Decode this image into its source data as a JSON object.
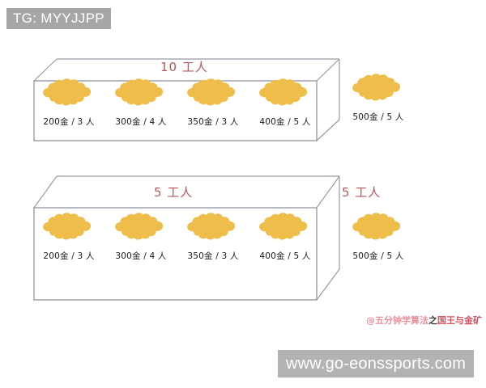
{
  "tag": {
    "text": "TG: MYYJJPP"
  },
  "site": {
    "text": "www.go-eonssports.com"
  },
  "credit": {
    "at": "@",
    "part1": "五分钟学算法",
    "part2": "之",
    "part3": "国王与金矿"
  },
  "colors": {
    "gold": "#efbe4a",
    "gold_edge": "#e9b63c",
    "box_line": "#9a9aa6",
    "label_red": "#b5585c",
    "badge_gray": "#a6a6a6",
    "site_gray": "#b3b3b3"
  },
  "scenes": [
    {
      "id": "scene-top",
      "box_label": "10 工人",
      "inside": [
        {
          "caption": "200金 / 3 人",
          "gold": 200,
          "workers": 3
        },
        {
          "caption": "300金 / 4 人",
          "gold": 300,
          "workers": 4
        },
        {
          "caption": "350金 / 3 人",
          "gold": 350,
          "workers": 3
        },
        {
          "caption": "400金 / 5 人",
          "gold": 400,
          "workers": 5
        }
      ],
      "outside": {
        "caption": "500金 / 5 人",
        "gold": 500,
        "workers": 5
      },
      "outside_label": ""
    },
    {
      "id": "scene-bottom",
      "box_label": "5 工人",
      "inside": [
        {
          "caption": "200金 / 3 人",
          "gold": 200,
          "workers": 3
        },
        {
          "caption": "300金 / 4 人",
          "gold": 300,
          "workers": 4
        },
        {
          "caption": "350金 / 3 人",
          "gold": 350,
          "workers": 3
        },
        {
          "caption": "400金 / 5 人",
          "gold": 400,
          "workers": 5
        }
      ],
      "outside": {
        "caption": "500金 / 5 人",
        "gold": 500,
        "workers": 5
      },
      "outside_label": "5 工人"
    }
  ]
}
